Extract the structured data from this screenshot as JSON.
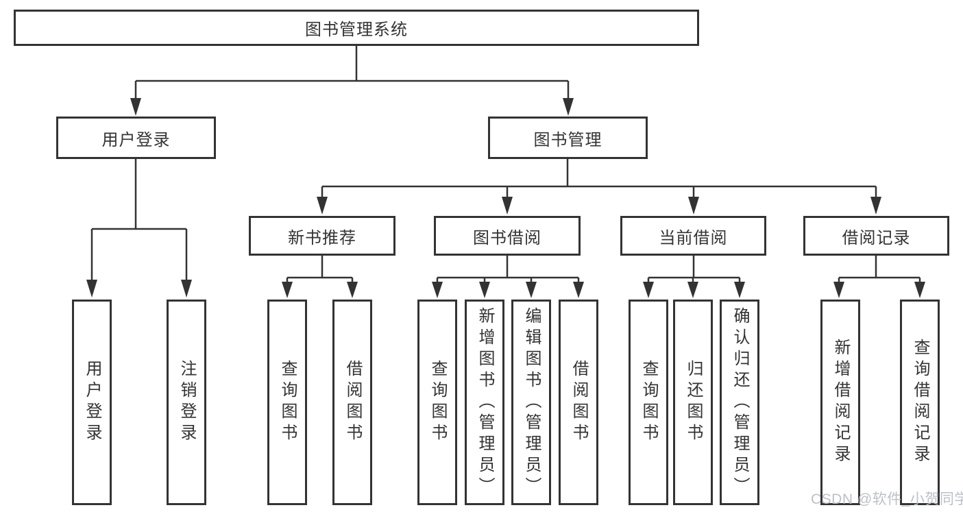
{
  "diagram": {
    "tree": {
      "label": "图书管理系统",
      "children": [
        {
          "label": "用户登录",
          "children": [
            {
              "label": "用户登录"
            },
            {
              "label": "注销登录"
            }
          ]
        },
        {
          "label": "图书管理",
          "children": [
            {
              "label": "新书推荐",
              "children": [
                {
                  "label": "查询图书"
                },
                {
                  "label": "借阅图书"
                }
              ]
            },
            {
              "label": "图书借阅",
              "children": [
                {
                  "label": "查询图书"
                },
                {
                  "label": "新增图书（管理员）"
                },
                {
                  "label": "编辑图书（管理员）"
                },
                {
                  "label": "借阅图书"
                }
              ]
            },
            {
              "label": "当前借阅",
              "children": [
                {
                  "label": "查询图书"
                },
                {
                  "label": "归还图书"
                },
                {
                  "label": "确认归还（管理员）"
                }
              ]
            },
            {
              "label": "借阅记录",
              "children": [
                {
                  "label": "新增借阅记录"
                },
                {
                  "label": "查询借阅记录"
                }
              ]
            }
          ]
        }
      ]
    },
    "line_color": "#333333",
    "box_fill": "#ffffff"
  },
  "watermark": {
    "text": "CSDN @软件_小贺同学"
  }
}
